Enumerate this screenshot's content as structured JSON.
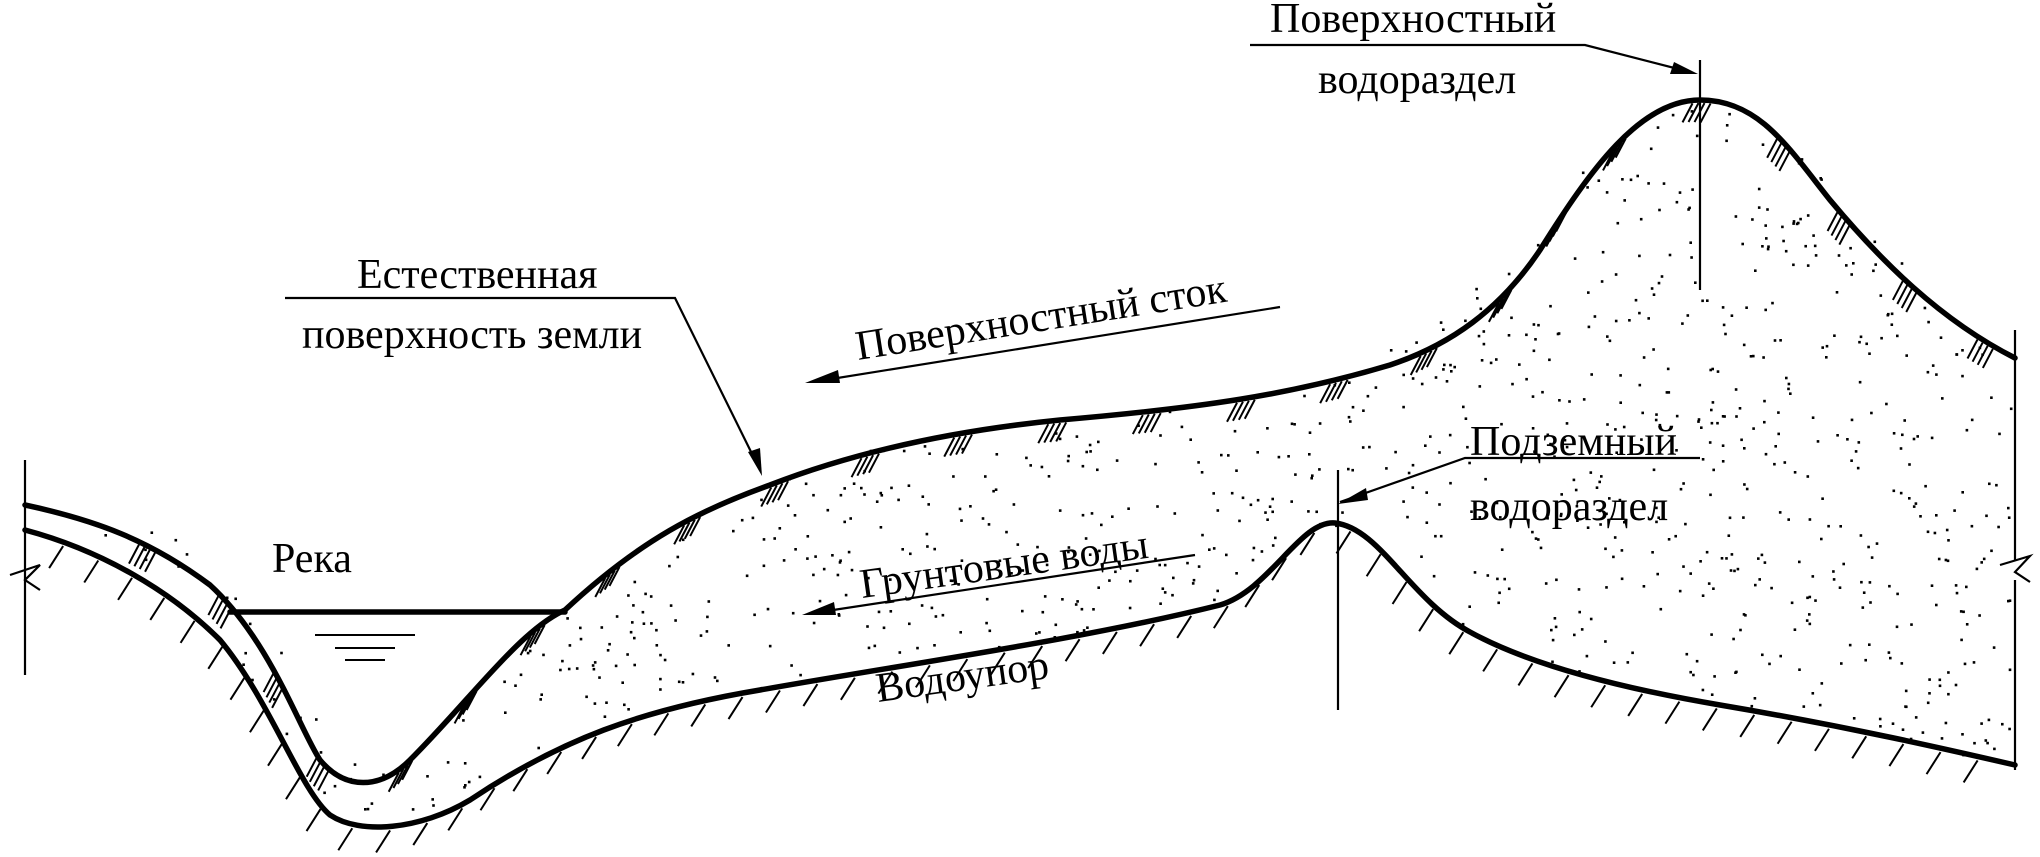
{
  "labels": {
    "surface_divide_line1": "Поверхностный",
    "surface_divide_line2": "водораздел",
    "natural_surface_line1": "Естественная",
    "natural_surface_line2": "поверхность земли",
    "surface_runoff": "Поверхностный сток",
    "river": "Река",
    "groundwater": "Грунтовые воды",
    "underground_divide_line1": "Подземный",
    "underground_divide_line2": "водораздел",
    "aquiclude": "Водоупор"
  }
}
